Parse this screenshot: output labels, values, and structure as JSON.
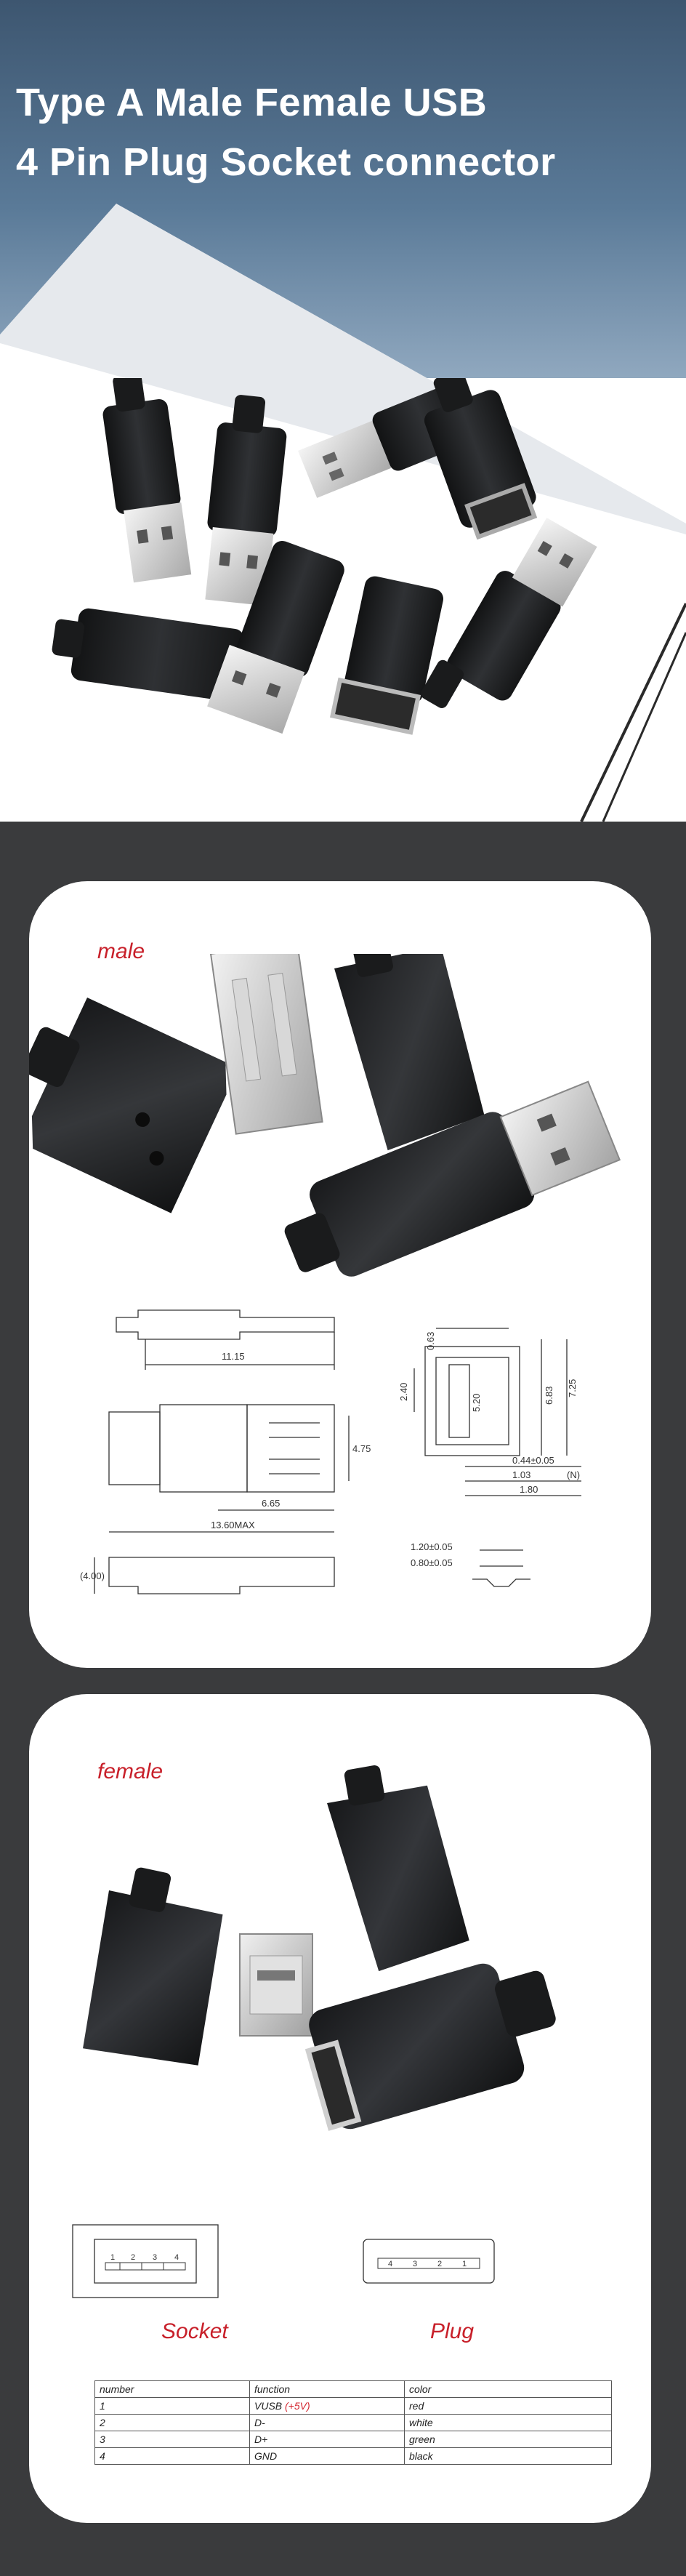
{
  "hero": {
    "title_line1": "Type A Male Female USB",
    "title_line2": "4 Pin Plug Socket connector"
  },
  "male_section": {
    "label": "male",
    "drawings": {
      "d_1115": "11.15",
      "d_665": "6.65",
      "d_1360max": "13.60MAX",
      "d_475": "4.75",
      "d_400": "(4.00)",
      "d_240": "2.40",
      "d_063": "0.63",
      "d_520": "5.20",
      "d_725": "7.25",
      "d_683": "6.83",
      "d_044": "0.44±0.05",
      "d_103": "1.03",
      "d_180": "1.80",
      "d_120": "1.20±0.05",
      "d_080": "0.80±0.05",
      "d_nl": "(N)"
    }
  },
  "female_section": {
    "label": "female",
    "socket_caption": "Socket",
    "plug_caption": "Plug",
    "socket_pins": [
      "1",
      "2",
      "3",
      "4"
    ],
    "plug_pins": [
      "4",
      "3",
      "2",
      "1"
    ]
  },
  "pin_table": {
    "headers": [
      "number",
      "function",
      "color"
    ],
    "rows": [
      {
        "number": "1",
        "function": "VUSB",
        "function_note": "(+5V)",
        "color": "red"
      },
      {
        "number": "2",
        "function": "D-",
        "function_note": "",
        "color": "white"
      },
      {
        "number": "3",
        "function": "D+",
        "function_note": "",
        "color": "green"
      },
      {
        "number": "4",
        "function": "GND",
        "function_note": "",
        "color": "black"
      }
    ]
  },
  "colors": {
    "label_red": "#c8202a",
    "dark_bg": "#3a3b3d",
    "hero_blue": "#4d6a87",
    "connector_black": "#1d1e20",
    "metal": "#c9c9c9"
  }
}
